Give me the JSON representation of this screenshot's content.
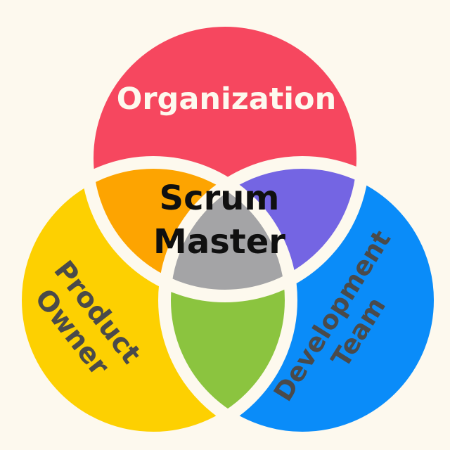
{
  "colors": {
    "background": "#fdf9ee",
    "separator": "#fdf9ee",
    "organization": "#f6475f",
    "product_owner": "#fdd001",
    "development_team": "#0a8cf9",
    "org_po_overlap": "#fda401",
    "org_team_overlap": "#7465e3",
    "po_team_overlap": "#8bc43f",
    "center_overlap": "#a4a4a6",
    "label_light": "#fdf9ee",
    "label_dark": "#101010",
    "label_grey": "#4a4a4a"
  },
  "labels": {
    "organization": "Organization",
    "scrum_master_line1": "Scrum",
    "scrum_master_line2": "Master",
    "product_owner_line1": "Product",
    "product_owner_line2": "Owner",
    "development_team_line1": "Development",
    "development_team_line2": "Team"
  }
}
